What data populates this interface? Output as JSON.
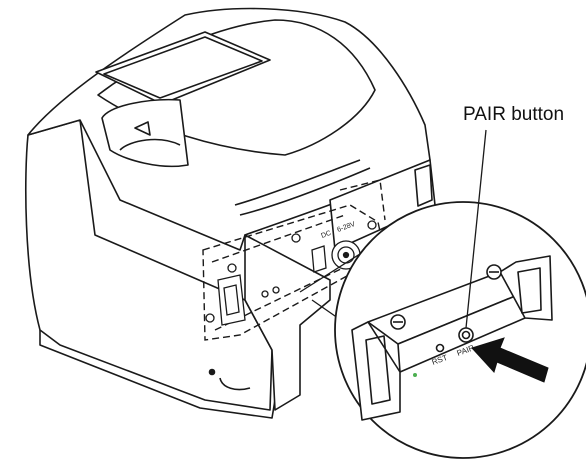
{
  "callout": {
    "label": "PAIR button"
  },
  "panel_labels": {
    "dc": "DC",
    "voltage": "6-28V",
    "rst": "RST",
    "pair": "PAIR"
  },
  "colors": {
    "line": "#1a1a1a",
    "arrow": "#111111",
    "led": "#4caf50"
  }
}
